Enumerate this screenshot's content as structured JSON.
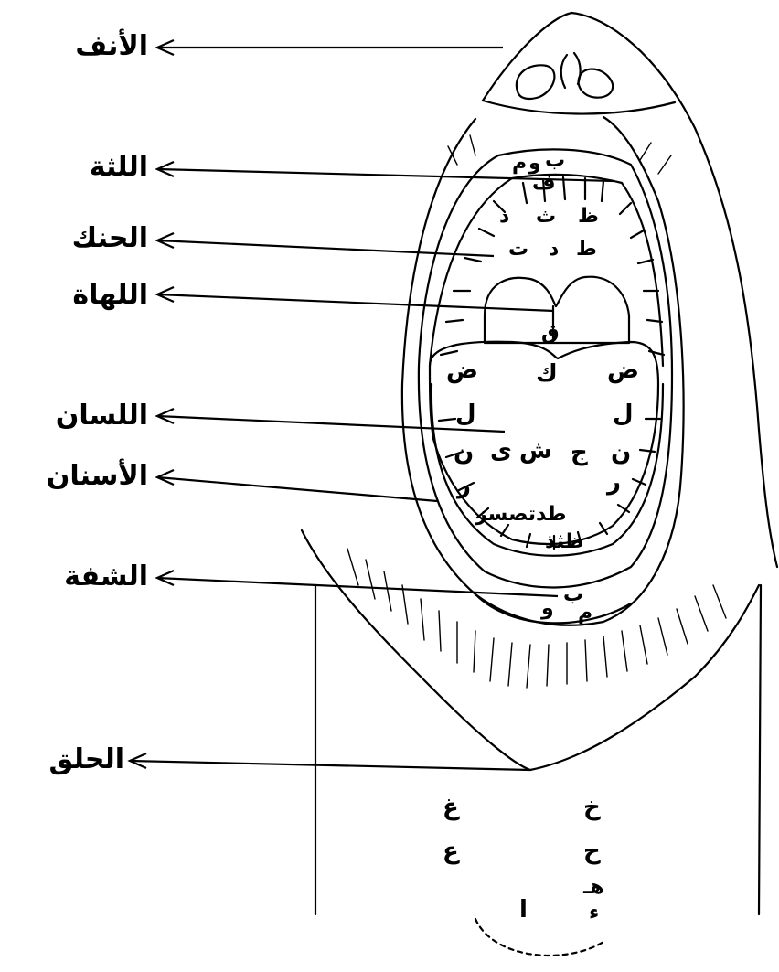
{
  "labels": {
    "nose": "الأنف",
    "gums": "اللثة",
    "palate": "الحنك",
    "uvula": "اللهاة",
    "tongue": "اللسان",
    "teeth": "الأسنان",
    "lip": "الشفة",
    "throat": "الحلق"
  },
  "letters": {
    "upper_lip_m": "م",
    "upper_lip_w": "و",
    "upper_lip_b": "ب",
    "f": "ف",
    "palate_th": "ث",
    "palate_dh": "ذ",
    "palate_zz": "ظ",
    "palate_t1": "ط",
    "palate_d": "د",
    "palate_t2": "ت",
    "qaf": "ق",
    "kaf": "ك",
    "dad_left": "ض",
    "dad_right": "ض",
    "lam_left": "ل",
    "lam_right": "ل",
    "nun_left": "ن",
    "ya": "ى",
    "shin": "ش",
    "jim": "ج",
    "nun_right": "ن",
    "ra_left": "ر",
    "ra_right": "ر",
    "tongue_tip_row": "طدتصسز",
    "lower_teeth_row": "ظثذ",
    "lower_lip_w": "و",
    "lower_lip_b": "ب",
    "lower_lip_m": "م",
    "ghain": "غ",
    "ain": "ع",
    "kha": "خ",
    "ha": "ح",
    "heh": "هـ",
    "hamza": "ء",
    "alif": "ا"
  }
}
